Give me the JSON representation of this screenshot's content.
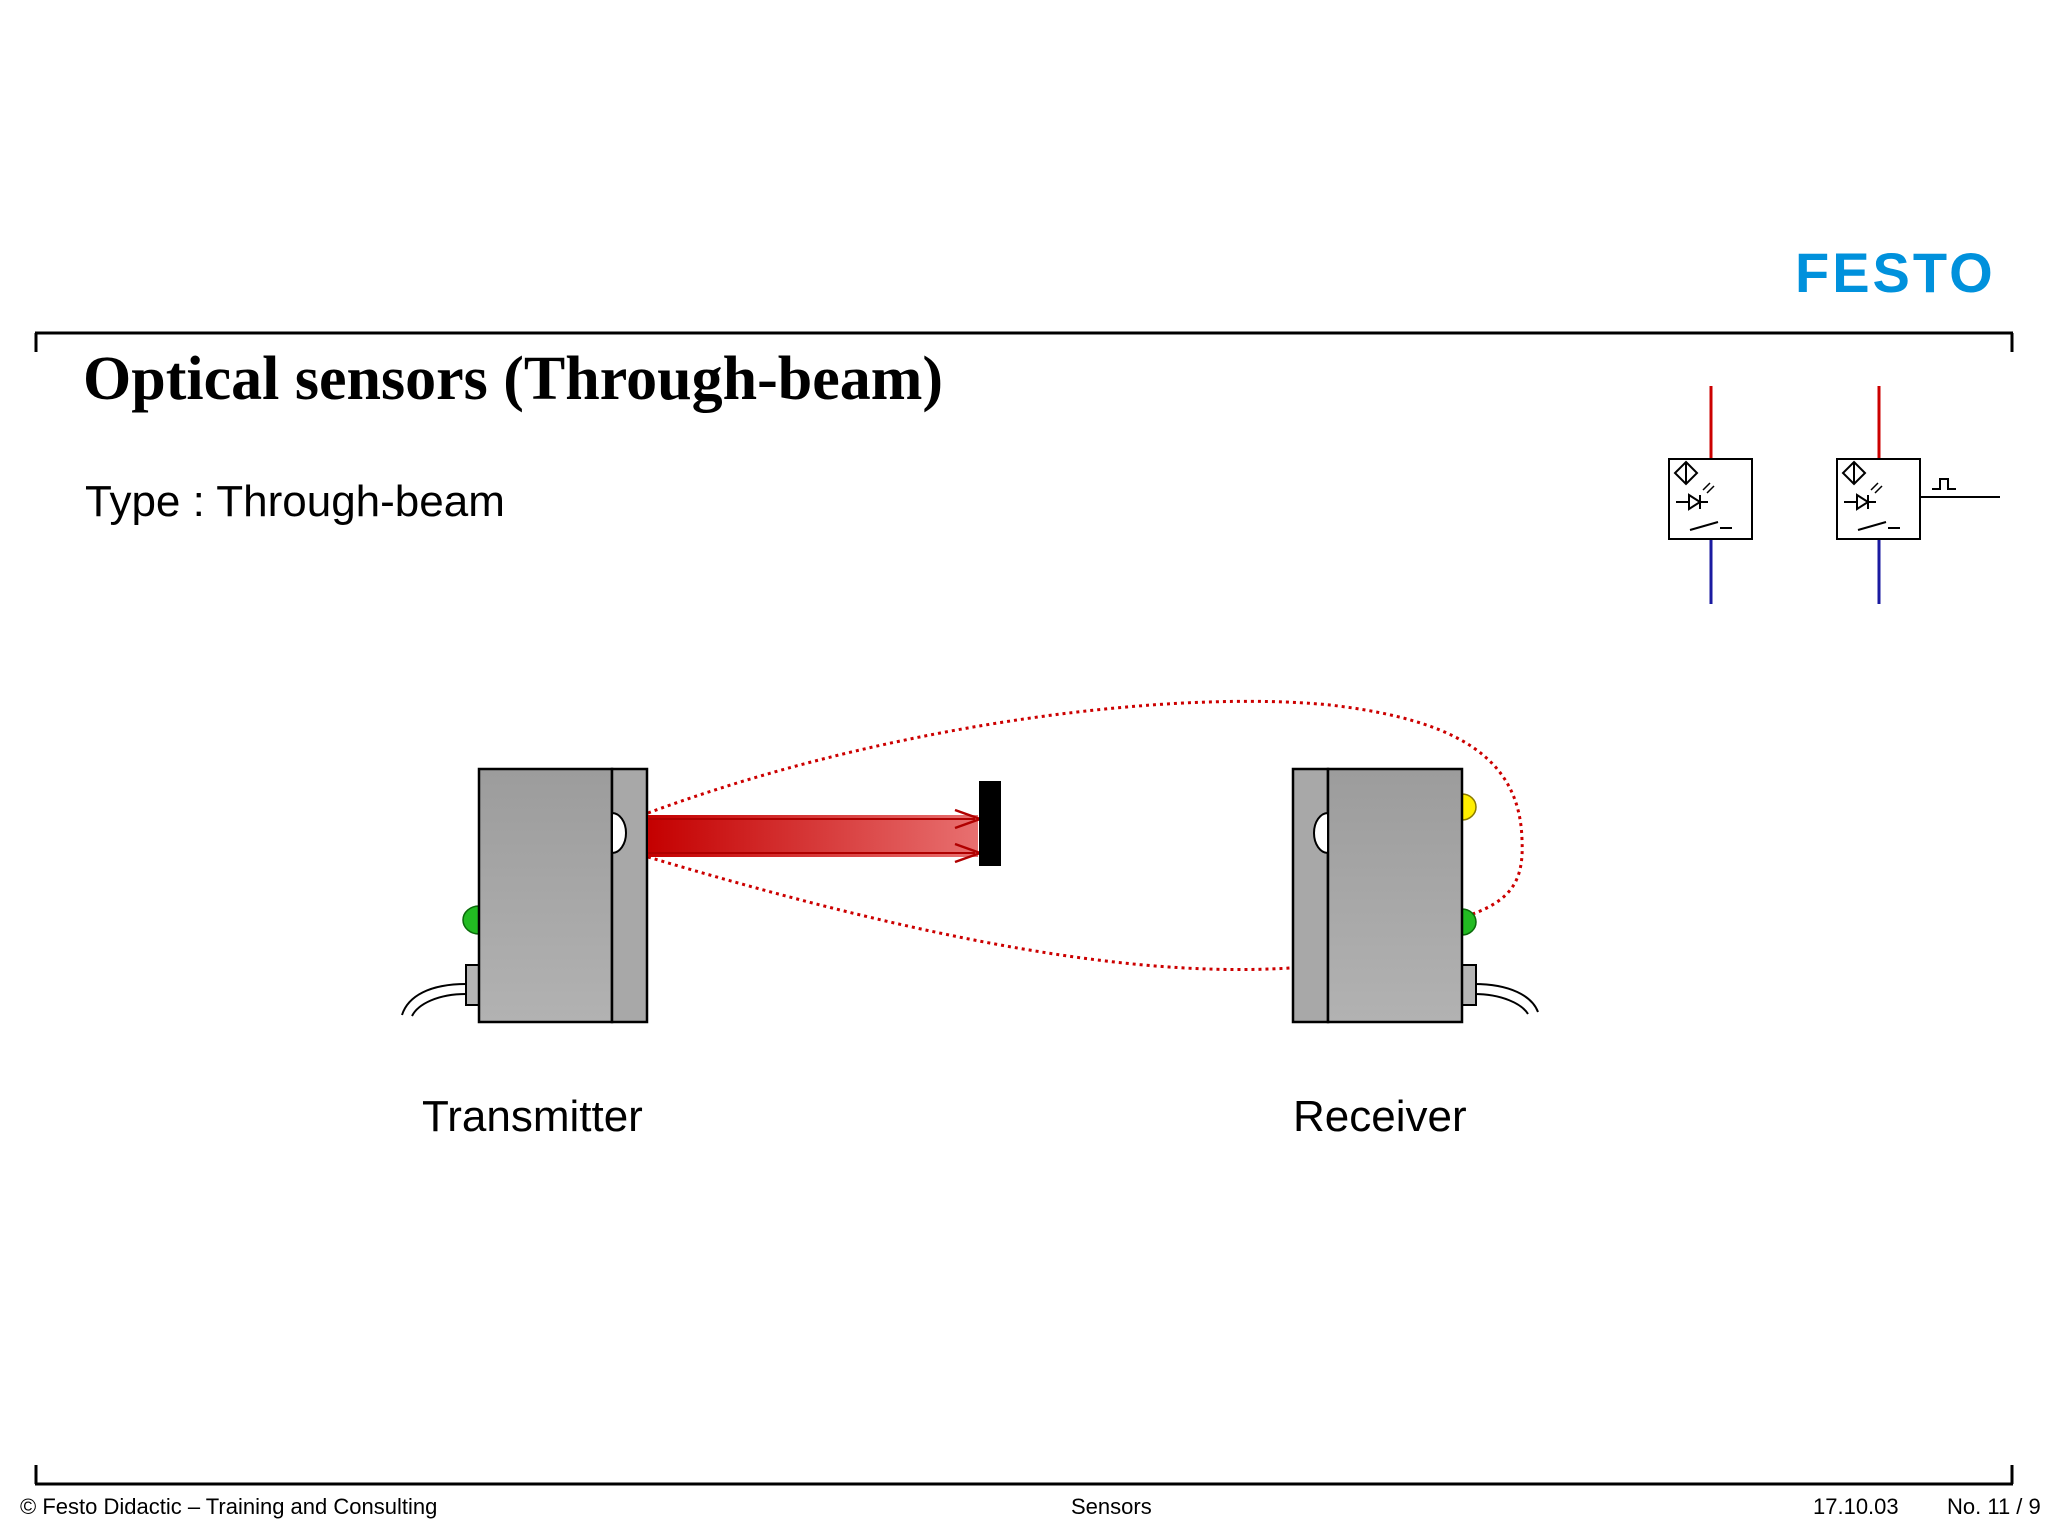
{
  "header": {
    "logo_text": "FESTO",
    "brand_color": "#0091dc"
  },
  "slide": {
    "title": "Optical sensors (Through-beam)",
    "subtitle": "Type : Through-beam"
  },
  "diagram": {
    "transmitter_label": "Transmitter",
    "receiver_label": "Receiver",
    "beam_color": "#cc0000",
    "led_colors": {
      "green": "#22bb22",
      "yellow": "#ffee00"
    }
  },
  "footer": {
    "copyright": "© Festo Didactic – Training and Consulting",
    "topic": "Sensors",
    "date": "17.10.03",
    "page": "No. 11 / 9"
  }
}
